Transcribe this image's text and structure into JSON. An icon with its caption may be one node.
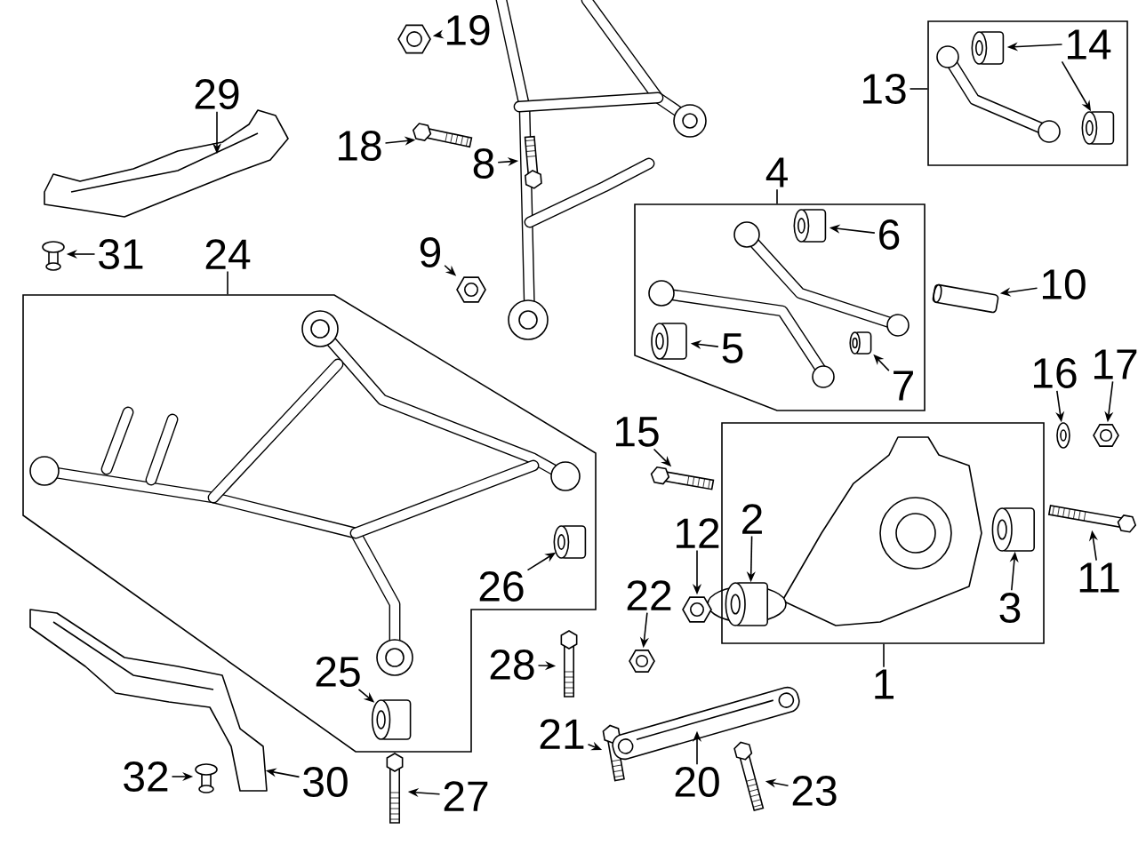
{
  "diagram": {
    "nodes": [
      {
        "text": [
          "19"
        ]
      },
      {
        "text": [],
        "shape": "picture"
      },
      {
        "text": [],
        "shape": "box"
      },
      {
        "text": [
          "13"
        ]
      },
      {
        "text": [
          "14"
        ],
        "in": 2
      },
      {
        "text": [],
        "shape": "cylinder",
        "in": 2
      },
      {
        "text": [],
        "shape": "cylinder",
        "in": 2
      },
      {
        "text": [
          "29"
        ]
      },
      {
        "text": [],
        "shape": "picture"
      },
      {
        "text": [
          "18"
        ]
      },
      {
        "text": [],
        "shape": "picture"
      },
      {
        "text": [
          "8"
        ]
      },
      {
        "text": [],
        "shape": "picture"
      },
      {
        "text": [
          "31"
        ]
      },
      {
        "text": [],
        "shape": "picture"
      },
      {
        "text": [],
        "shape": "box"
      },
      {
        "text": [
          "4"
        ]
      },
      {
        "text": [
          "6"
        ],
        "in": 15
      },
      {
        "text": [],
        "shape": "cylinder",
        "in": 15
      },
      {
        "text": [
          "5"
        ],
        "in": 15
      },
      {
        "text": [],
        "shape": "cylinder",
        "in": 15
      },
      {
        "text": [
          "7"
        ],
        "in": 15
      },
      {
        "text": [],
        "shape": "cylinder",
        "in": 15
      },
      {
        "text": [
          "10"
        ]
      },
      {
        "text": [],
        "shape": "picture"
      },
      {
        "text": [
          "9"
        ]
      },
      {
        "text": [],
        "shape": "picture"
      },
      {
        "text": [],
        "shape": "box"
      },
      {
        "text": [
          "24"
        ]
      },
      {
        "text": [
          "26"
        ],
        "in": 27
      },
      {
        "text": [],
        "shape": "cylinder",
        "in": 27
      },
      {
        "text": [
          "25"
        ],
        "in": 27
      },
      {
        "text": [],
        "shape": "cylinder",
        "in": 27
      },
      {
        "text": [
          "15"
        ]
      },
      {
        "text": [],
        "shape": "picture"
      },
      {
        "text": [
          "16"
        ]
      },
      {
        "text": [],
        "shape": "picture"
      },
      {
        "text": [
          "17"
        ]
      },
      {
        "text": [],
        "shape": "picture"
      },
      {
        "text": [],
        "shape": "box"
      },
      {
        "text": [
          "1"
        ]
      },
      {
        "text": [
          "2"
        ],
        "in": 39
      },
      {
        "text": [],
        "shape": "cylinder",
        "in": 39
      },
      {
        "text": [
          "3"
        ],
        "in": 39
      },
      {
        "text": [],
        "shape": "cylinder",
        "in": 39
      },
      {
        "text": [
          "12"
        ]
      },
      {
        "text": [],
        "shape": "picture"
      },
      {
        "text": [
          "11"
        ]
      },
      {
        "text": [],
        "shape": "picture"
      },
      {
        "text": [
          "22"
        ]
      },
      {
        "text": [],
        "shape": "picture"
      },
      {
        "text": [
          "28"
        ]
      },
      {
        "text": [],
        "shape": "picture"
      },
      {
        "text": [
          "21"
        ]
      },
      {
        "text": [],
        "shape": "picture"
      },
      {
        "text": [
          "20"
        ]
      },
      {
        "text": [],
        "shape": "picture"
      },
      {
        "text": [
          "23"
        ]
      },
      {
        "text": [],
        "shape": "picture"
      },
      {
        "text": [
          "32"
        ]
      },
      {
        "text": [],
        "shape": "picture"
      },
      {
        "text": [
          "30"
        ]
      },
      {
        "text": [],
        "shape": "picture"
      },
      {
        "text": [
          "27"
        ]
      },
      {
        "text": [],
        "shape": "picture"
      }
    ],
    "edges": [
      {
        "from": 0,
        "to": 1,
        "arrow": "to"
      },
      {
        "from": 3,
        "to": 2,
        "arrow": "none"
      },
      {
        "from": 4,
        "to": 5,
        "arrow": "to"
      },
      {
        "from": 4,
        "to": 6,
        "arrow": "to"
      },
      {
        "from": 7,
        "to": 8,
        "arrow": "to"
      },
      {
        "from": 9,
        "to": 10,
        "arrow": "to"
      },
      {
        "from": 11,
        "to": 12,
        "arrow": "to"
      },
      {
        "from": 13,
        "to": 14,
        "arrow": "to"
      },
      {
        "from": 16,
        "to": 15,
        "arrow": "none"
      },
      {
        "from": 17,
        "to": 18,
        "arrow": "to"
      },
      {
        "from": 19,
        "to": 20,
        "arrow": "to"
      },
      {
        "from": 21,
        "to": 22,
        "arrow": "to"
      },
      {
        "from": 23,
        "to": 24,
        "arrow": "to"
      },
      {
        "from": 25,
        "to": 26,
        "arrow": "to"
      },
      {
        "from": 28,
        "to": 27,
        "arrow": "none"
      },
      {
        "from": 29,
        "to": 30,
        "arrow": "to"
      },
      {
        "from": 31,
        "to": 32,
        "arrow": "to"
      },
      {
        "from": 33,
        "to": 34,
        "arrow": "to"
      },
      {
        "from": 35,
        "to": 36,
        "arrow": "to"
      },
      {
        "from": 37,
        "to": 38,
        "arrow": "to"
      },
      {
        "from": 40,
        "to": 39,
        "arrow": "none"
      },
      {
        "from": 41,
        "to": 42,
        "arrow": "to"
      },
      {
        "from": 43,
        "to": 44,
        "arrow": "to"
      },
      {
        "from": 45,
        "to": 46,
        "arrow": "to"
      },
      {
        "from": 47,
        "to": 48,
        "arrow": "to"
      },
      {
        "from": 49,
        "to": 50,
        "arrow": "to"
      },
      {
        "from": 51,
        "to": 52,
        "arrow": "to"
      },
      {
        "from": 53,
        "to": 54,
        "arrow": "to"
      },
      {
        "from": 55,
        "to": 56,
        "arrow": "to"
      },
      {
        "from": 57,
        "to": 58,
        "arrow": "to"
      },
      {
        "from": 59,
        "to": 60,
        "arrow": "to"
      },
      {
        "from": 61,
        "to": 62,
        "arrow": "to"
      },
      {
        "from": 63,
        "to": 64,
        "arrow": "to"
      }
    ]
  }
}
